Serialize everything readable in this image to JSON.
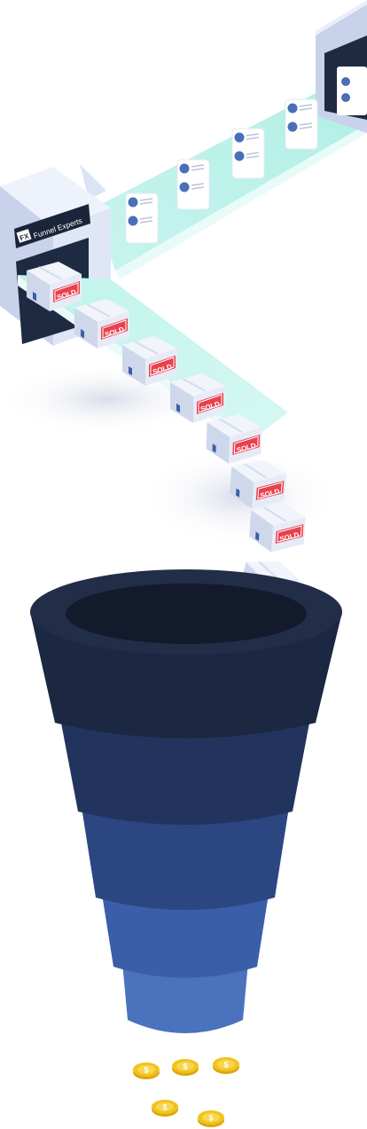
{
  "brand": {
    "mark": "FX",
    "name": "Funnel Experts"
  },
  "box_label": "SOLD",
  "coin_symbol": "$",
  "colors": {
    "belt": "#bdf3ea",
    "building": "#dfe6f5",
    "building_side": "#c8d2ea",
    "box_label": "#e9404e",
    "funnel_top": "#1b2438",
    "funnel_bottom": "#4a72bd",
    "coin": "#f2c31c"
  },
  "icons": [
    "profile-card-icon",
    "coin-icon",
    "box-icon",
    "funnel-icon",
    "factory-icon"
  ]
}
